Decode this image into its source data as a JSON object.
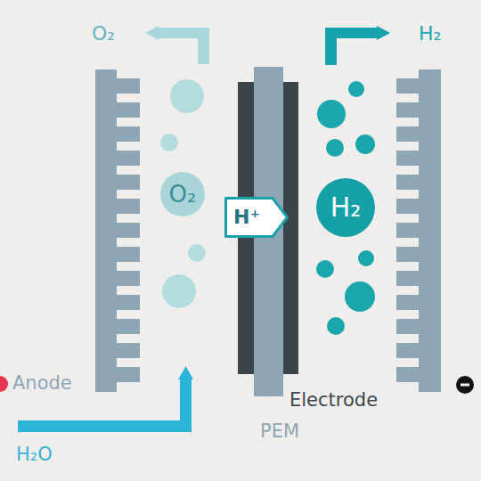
{
  "diagram": {
    "nodes": [
      {
        "text": [
          "O₂"
        ]
      },
      {
        "text": [
          "H⁺"
        ]
      },
      {
        "text": [
          "H₂"
        ]
      }
    ],
    "labels": [
      "O₂",
      "H₂",
      "Anode",
      "Electrode",
      "PEM",
      "H₂O"
    ]
  }
}
